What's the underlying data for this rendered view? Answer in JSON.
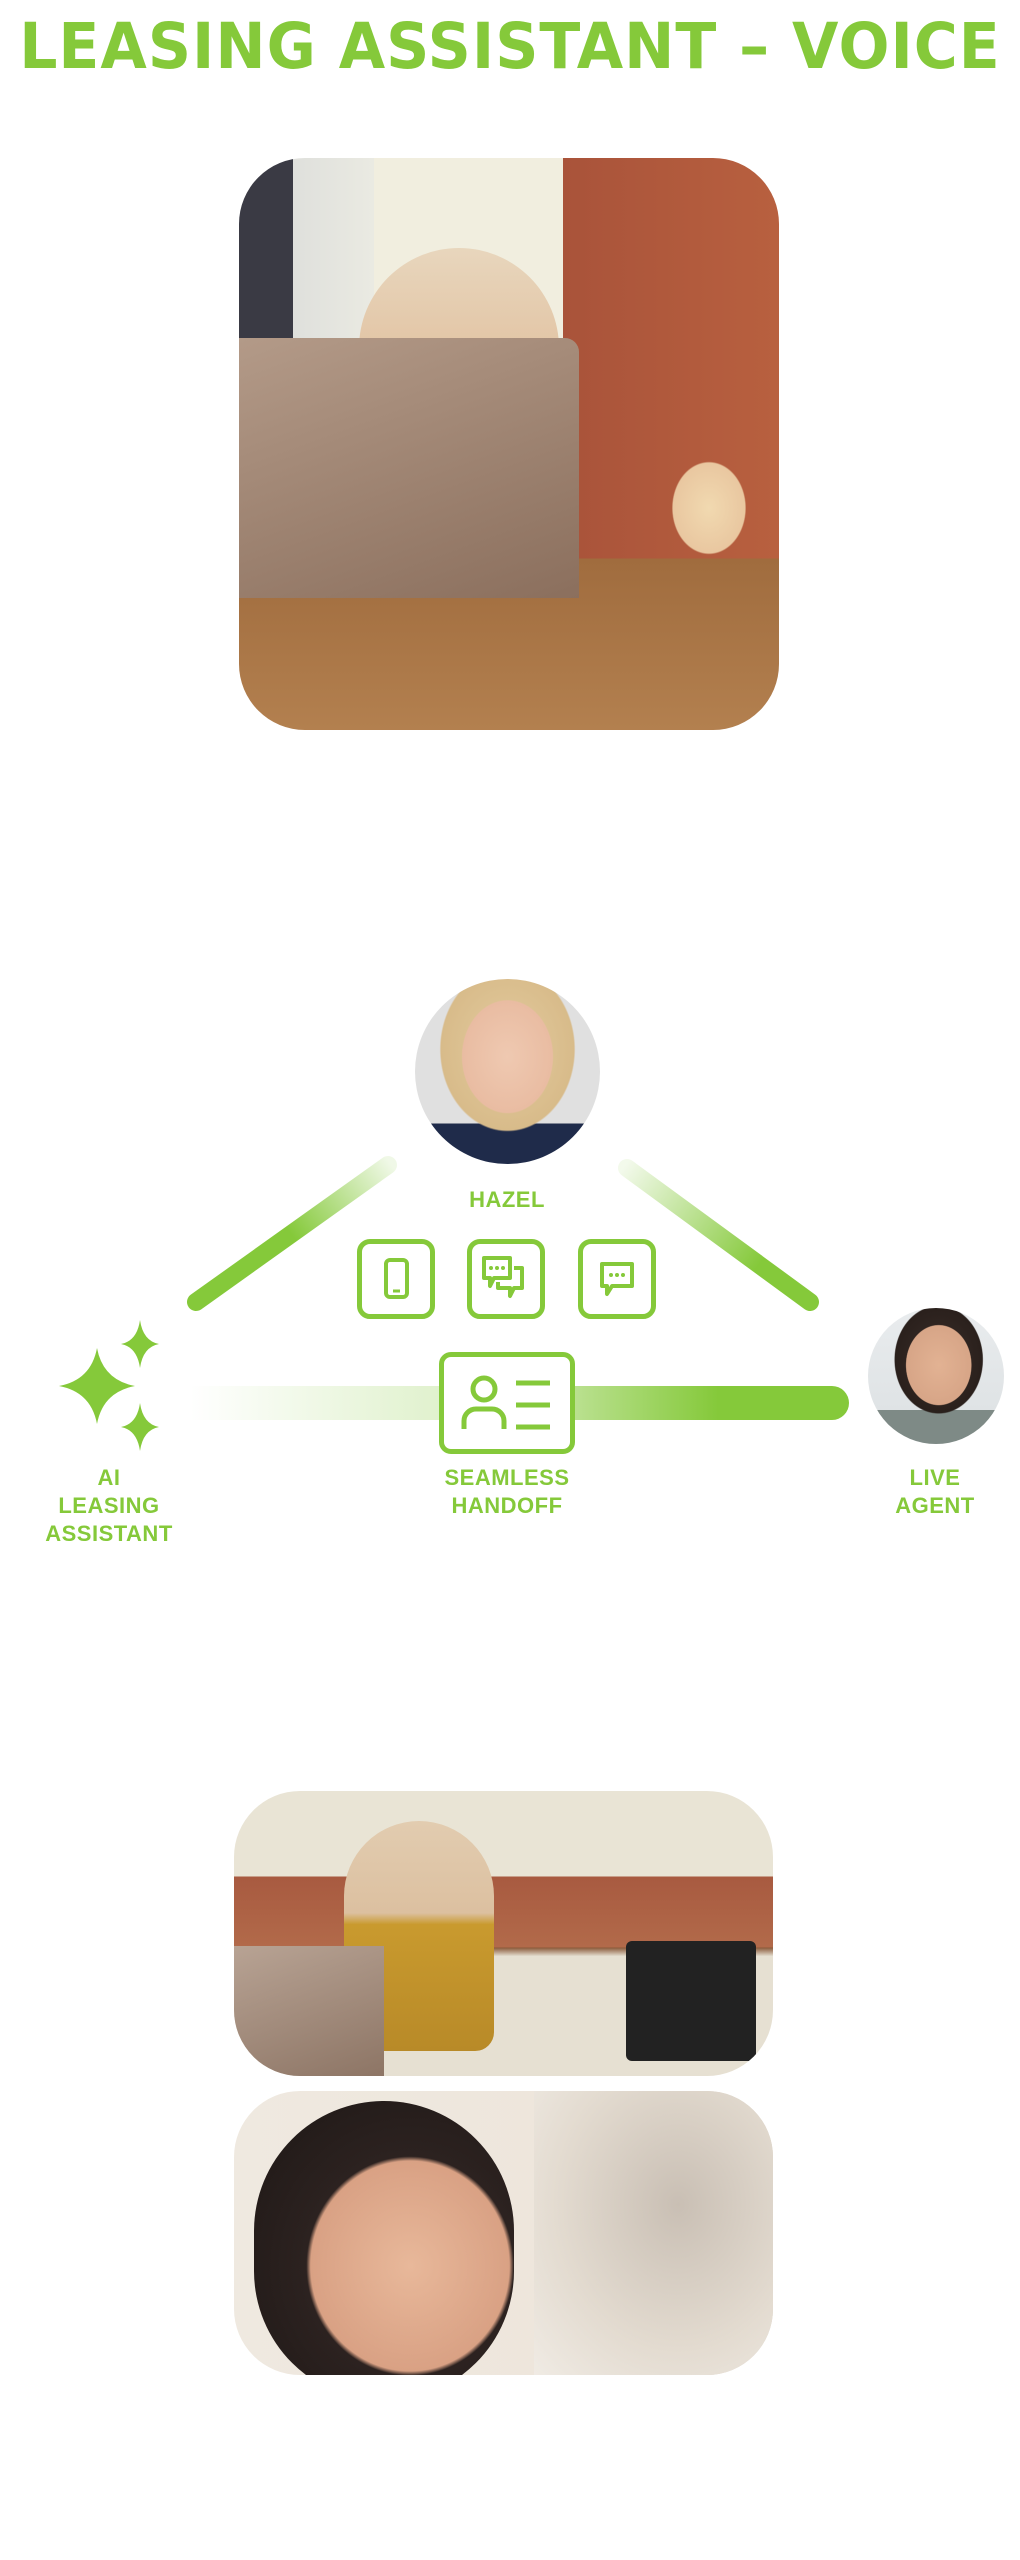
{
  "title": "LEASING ASSISTANT – VOICE",
  "diagram": {
    "hazel_label": "HAZEL",
    "ai_label": [
      "AI",
      "LEASING",
      "ASSISTANT"
    ],
    "handoff_label": [
      "SEAMLESS",
      "HANDOFF"
    ],
    "agent_label": [
      "LIVE",
      "AGENT"
    ],
    "channel_icons": [
      "phone-icon",
      "chat-conversation-icon",
      "message-icon"
    ],
    "accent_color": "#85c93a"
  }
}
